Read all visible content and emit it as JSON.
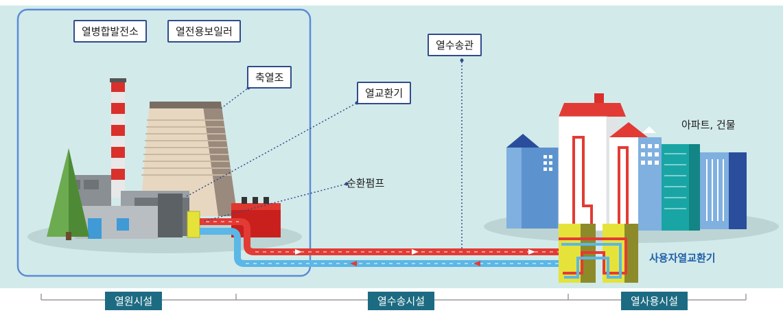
{
  "labels": {
    "chp": "열병합발전소",
    "boiler": "열전용보일러",
    "storage": "축열조",
    "heat_exchanger": "열교환기",
    "pipe": "열수송관",
    "pump": "순환펌프",
    "apartment": "아파트, 건물",
    "user_exchanger": "사용자열교환기"
  },
  "sections": {
    "source": "열원시설",
    "transport": "열수송시설",
    "usage": "열사용시설"
  },
  "colors": {
    "background": "#d3eaea",
    "supply_pipe": "#e23b35",
    "return_pipe": "#5bb7e6",
    "section_tag": "#1d6b82",
    "label_border": "#2e4b8c",
    "user_text": "#1f5fa8"
  }
}
